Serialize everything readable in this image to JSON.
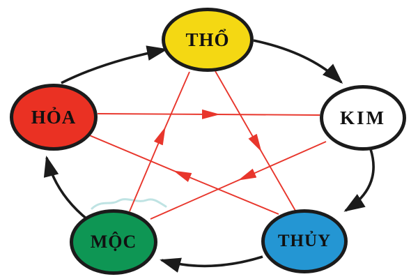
{
  "diagram": {
    "name": "ngu-hanh-five-elements-cycle",
    "background_color": "#ffffff",
    "node_border_color": "#1b1b1b",
    "generating_arrow_color": "#1b1b1b",
    "overcoming_arrow_color": "#e8362c",
    "nodes": [
      {
        "id": "tho",
        "label": "THỔ",
        "fill": "#f4d813",
        "text_color": "#111111"
      },
      {
        "id": "kim",
        "label": "KIM",
        "fill": "#ffffff",
        "text_color": "#111111"
      },
      {
        "id": "thuy",
        "label": "THỦY",
        "fill": "#2496d3",
        "text_color": "#111111"
      },
      {
        "id": "moc",
        "label": "MỘC",
        "fill": "#0e9654",
        "text_color": "#111111"
      },
      {
        "id": "hoa",
        "label": "HỎA",
        "fill": "#ea3123",
        "text_color": "#111111"
      }
    ],
    "outer_cycle_black_arrows": [
      {
        "from": "HỎA",
        "to": "THỔ"
      },
      {
        "from": "THỔ",
        "to": "KIM"
      },
      {
        "from": "KIM",
        "to": "THỦY"
      },
      {
        "from": "THỦY",
        "to": "MỘC"
      },
      {
        "from": "MỘC",
        "to": "HỎA"
      }
    ],
    "inner_star_red_arrows": [
      {
        "from": "HỎA",
        "to": "KIM"
      },
      {
        "from": "THỔ",
        "to": "THỦY"
      },
      {
        "from": "MỘC",
        "to": "THỔ"
      },
      {
        "from": "THỦY",
        "to": "HỎA"
      },
      {
        "from": "KIM",
        "to": "MỘC"
      }
    ]
  }
}
